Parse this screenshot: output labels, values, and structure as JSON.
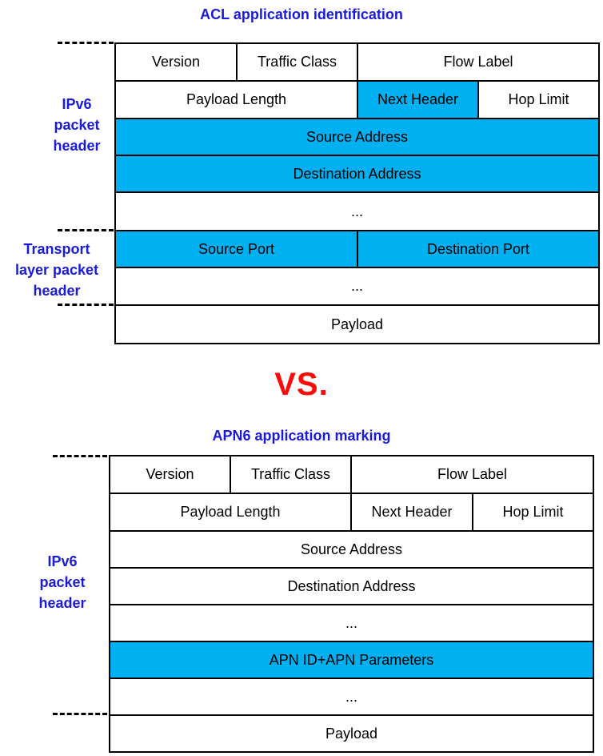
{
  "top": {
    "title": "ACL application identification",
    "label_ipv6": [
      "IPv6",
      "packet",
      "header"
    ],
    "label_transport": [
      "Transport",
      "layer packet",
      "header"
    ],
    "cells": {
      "version": "Version",
      "traffic_class": "Traffic Class",
      "flow_label": "Flow Label",
      "payload_length": "Payload Length",
      "next_header": "Next Header",
      "hop_limit": "Hop Limit",
      "source_address": "Source Address",
      "destination_address": "Destination Address",
      "ellipsis1": "...",
      "source_port": "Source Port",
      "destination_port": "Destination Port",
      "ellipsis2": "...",
      "payload": "Payload"
    }
  },
  "vs": "VS.",
  "bottom": {
    "title": "APN6 application marking",
    "label_ipv6": [
      "IPv6",
      "packet",
      "header"
    ],
    "cells": {
      "version": "Version",
      "traffic_class": "Traffic Class",
      "flow_label": "Flow Label",
      "payload_length": "Payload Length",
      "next_header": "Next Header",
      "hop_limit": "Hop Limit",
      "source_address": "Source Address",
      "destination_address": "Destination Address",
      "ellipsis1": "...",
      "apn": "APN ID+APN Parameters",
      "ellipsis2": "...",
      "payload": "Payload"
    }
  },
  "colors": {
    "highlight": "#00b0f0",
    "label_blue": "#1a1adb",
    "vs_red": "#ff0a0a"
  }
}
